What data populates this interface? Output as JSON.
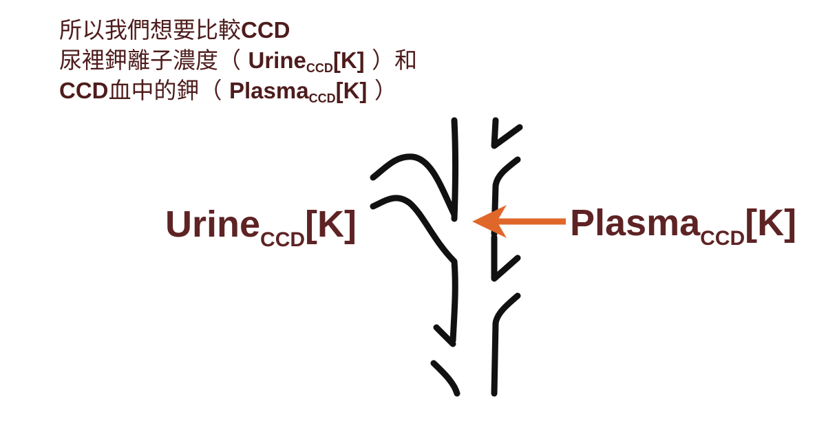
{
  "heading": {
    "line1_text": "所以我們想要比較",
    "line1_bold": "CCD",
    "line2_text": "尿裡鉀離子濃度（ ",
    "line2_var": "Urine",
    "line2_sub": "CCD",
    "line2_bracket": "[K]",
    "line2_tail": " ）和",
    "line3_bold": "CCD",
    "line3_text": "血中的鉀（ ",
    "line3_var": "Plasma",
    "line3_sub": "CCD",
    "line3_bracket": "[K]",
    "line3_tail": " ）"
  },
  "left_label": {
    "main": "Urine",
    "sub": "CCD",
    "bracket": "[K]"
  },
  "right_label": {
    "main": "Plasma",
    "sub": "CCD",
    "bracket": "[K]"
  },
  "colors": {
    "text": "#4e1c1c",
    "label": "#5e2324",
    "arrow": "#e0672a",
    "lines": "#111111"
  }
}
